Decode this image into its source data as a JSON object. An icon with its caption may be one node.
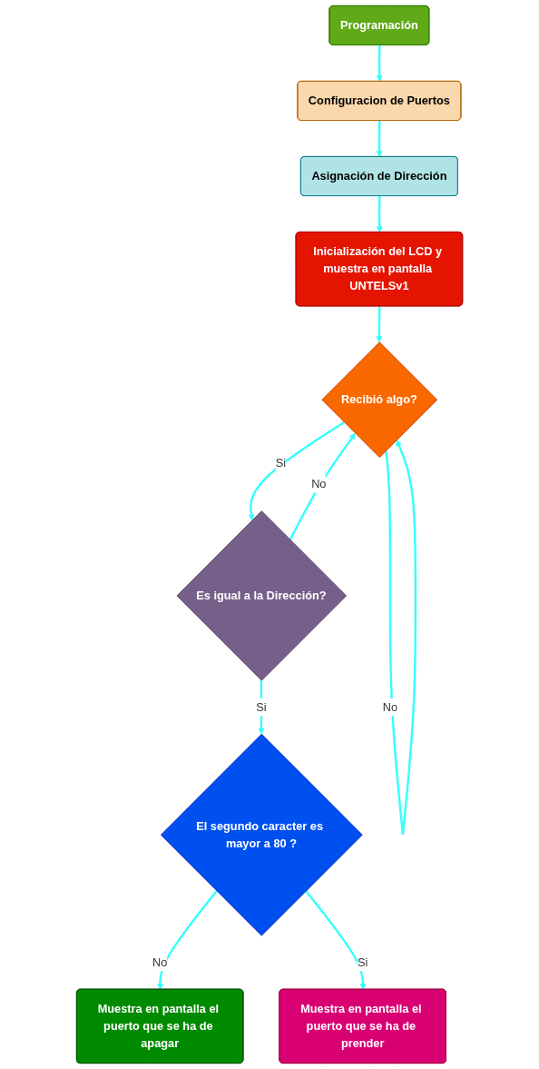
{
  "diagram": {
    "nodes": [
      {
        "text": [
          "Programación"
        ]
      },
      {
        "text": [
          "Configuracion de Puertos"
        ]
      },
      {
        "text": [
          "Asignación de Dirección"
        ]
      },
      {
        "text": [
          "Inicialización del LCD y muestra en pantalla UNTELSv1"
        ]
      },
      {
        "text": [
          "Recibió algo?"
        ]
      },
      {
        "text": [
          "Es igual a la Dirección?"
        ]
      },
      {
        "text": [
          "El segundo caracter es mayor a 80 ?"
        ]
      },
      {
        "text": [
          "Muestra en pantalla el puerto que se ha de apagar"
        ]
      },
      {
        "text": [
          "Muestra en pantalla el puerto que se ha de prender"
        ]
      }
    ],
    "edges": [
      {
        "from": 0,
        "to": 1,
        "arrow": "to"
      },
      {
        "from": 1,
        "to": 2,
        "arrow": "to"
      },
      {
        "from": 2,
        "to": 3,
        "arrow": "to"
      },
      {
        "from": 3,
        "to": 4,
        "arrow": "to"
      },
      {
        "from": 4,
        "to": 4,
        "arrow": "to",
        "label": "No"
      },
      {
        "from": 4,
        "to": 5,
        "arrow": "to",
        "label": "Si"
      },
      {
        "from": 5,
        "to": 4,
        "arrow": "to",
        "label": "No"
      },
      {
        "from": 5,
        "to": 6,
        "arrow": "to",
        "label": "Si"
      },
      {
        "from": 6,
        "to": 7,
        "arrow": "to",
        "label": "No"
      },
      {
        "from": 6,
        "to": 8,
        "arrow": "to",
        "label": "Si"
      }
    ]
  }
}
